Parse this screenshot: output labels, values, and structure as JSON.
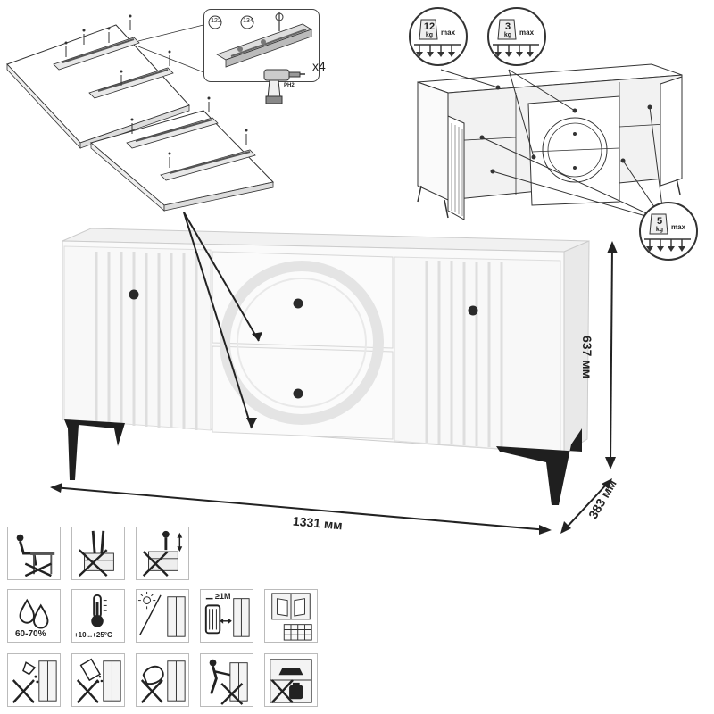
{
  "dimensions": {
    "width": "1331 мм",
    "height": "637 мм",
    "depth": "383 мм"
  },
  "assembly": {
    "multiplier": "x4",
    "part_a": "122",
    "part_b": "134",
    "screwdriver": "PH2"
  },
  "loads": {
    "top": {
      "value": "12",
      "unit": "kg",
      "label": "max"
    },
    "drawer": {
      "value": "3",
      "unit": "kg",
      "label": "max"
    },
    "shelf": {
      "value": "5",
      "unit": "kg",
      "label": "max"
    }
  },
  "care": {
    "humidity": "60-70%",
    "temperature": "+10...+25°C",
    "distance": "≥1M"
  }
}
